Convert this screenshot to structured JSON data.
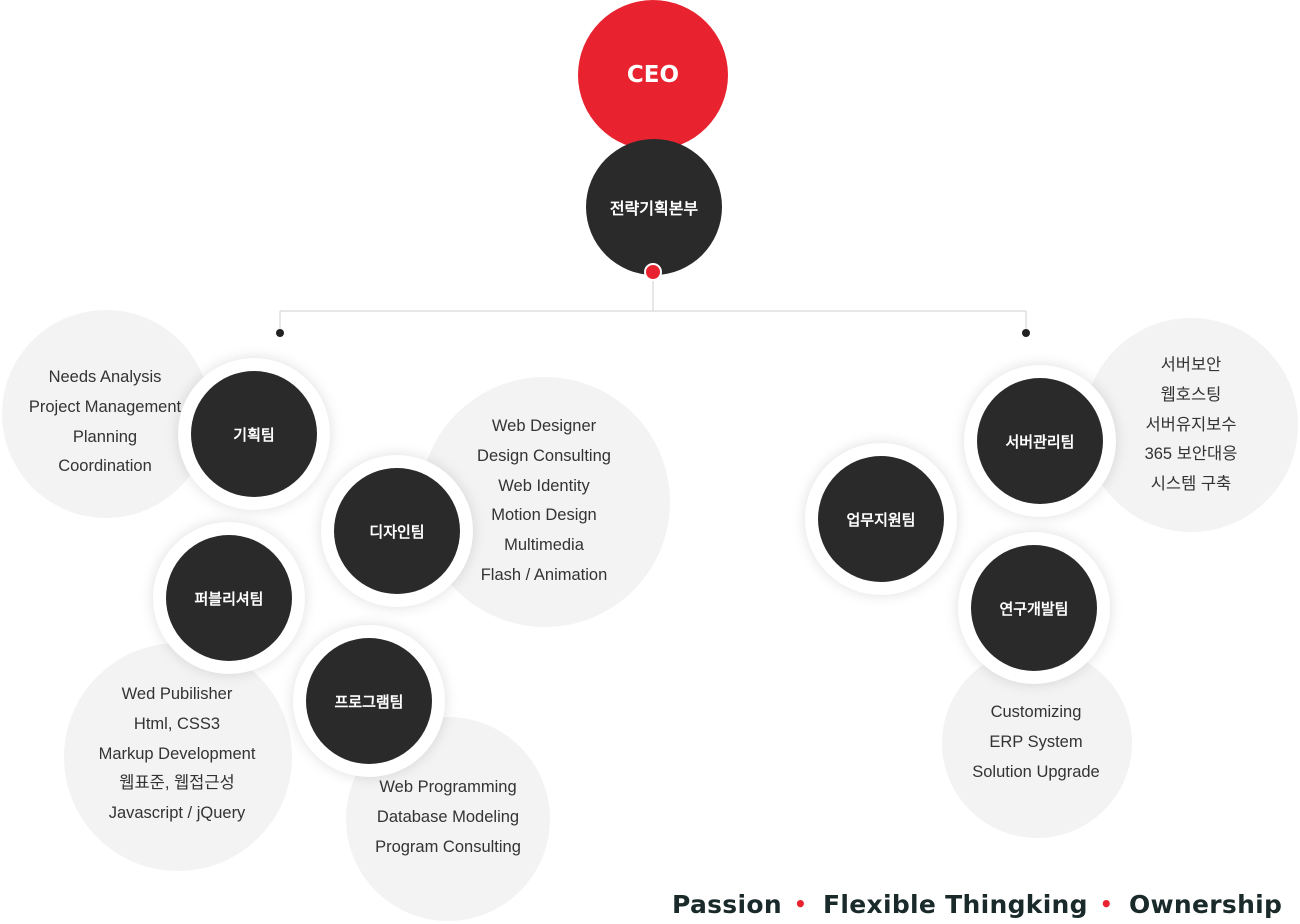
{
  "ceo": {
    "label": "CEO"
  },
  "headquarters": {
    "label": "전략기획본부"
  },
  "teams": [
    {
      "label": "기획팀",
      "duties": [
        "Needs Analysis",
        "Project Management",
        "Planning",
        "Coordination"
      ]
    },
    {
      "label": "디자인팀",
      "duties": [
        "Web Designer",
        "Design Consulting",
        "Web Identity",
        "Motion Design",
        "Multimedia",
        "Flash / Animation"
      ]
    },
    {
      "label": "퍼블리셔팀",
      "duties": [
        "Wed Pubilisher",
        "Html, CSS3",
        "Markup Development",
        "웹표준, 웹접근성",
        "Javascript / jQuery"
      ]
    },
    {
      "label": "프로그램팀",
      "duties": [
        "Web Programming",
        "Database Modeling",
        "Program Consulting"
      ]
    },
    {
      "label": "업무지원팀",
      "duties": []
    },
    {
      "label": "서버관리팀",
      "duties": [
        "서버보안",
        "웹호스팅",
        "서버유지보수",
        "365 보안대응",
        "시스템 구축"
      ]
    },
    {
      "label": "연구개발팀",
      "duties": [
        "Customizing",
        "ERP System",
        "Solution Upgrade"
      ]
    }
  ],
  "slogan": [
    "Passion",
    "Flexible Thingking",
    "Ownership"
  ],
  "colors": {
    "accent": "#e8232f",
    "node": "#2a2a2a",
    "bubble": "#f3f3f3"
  }
}
